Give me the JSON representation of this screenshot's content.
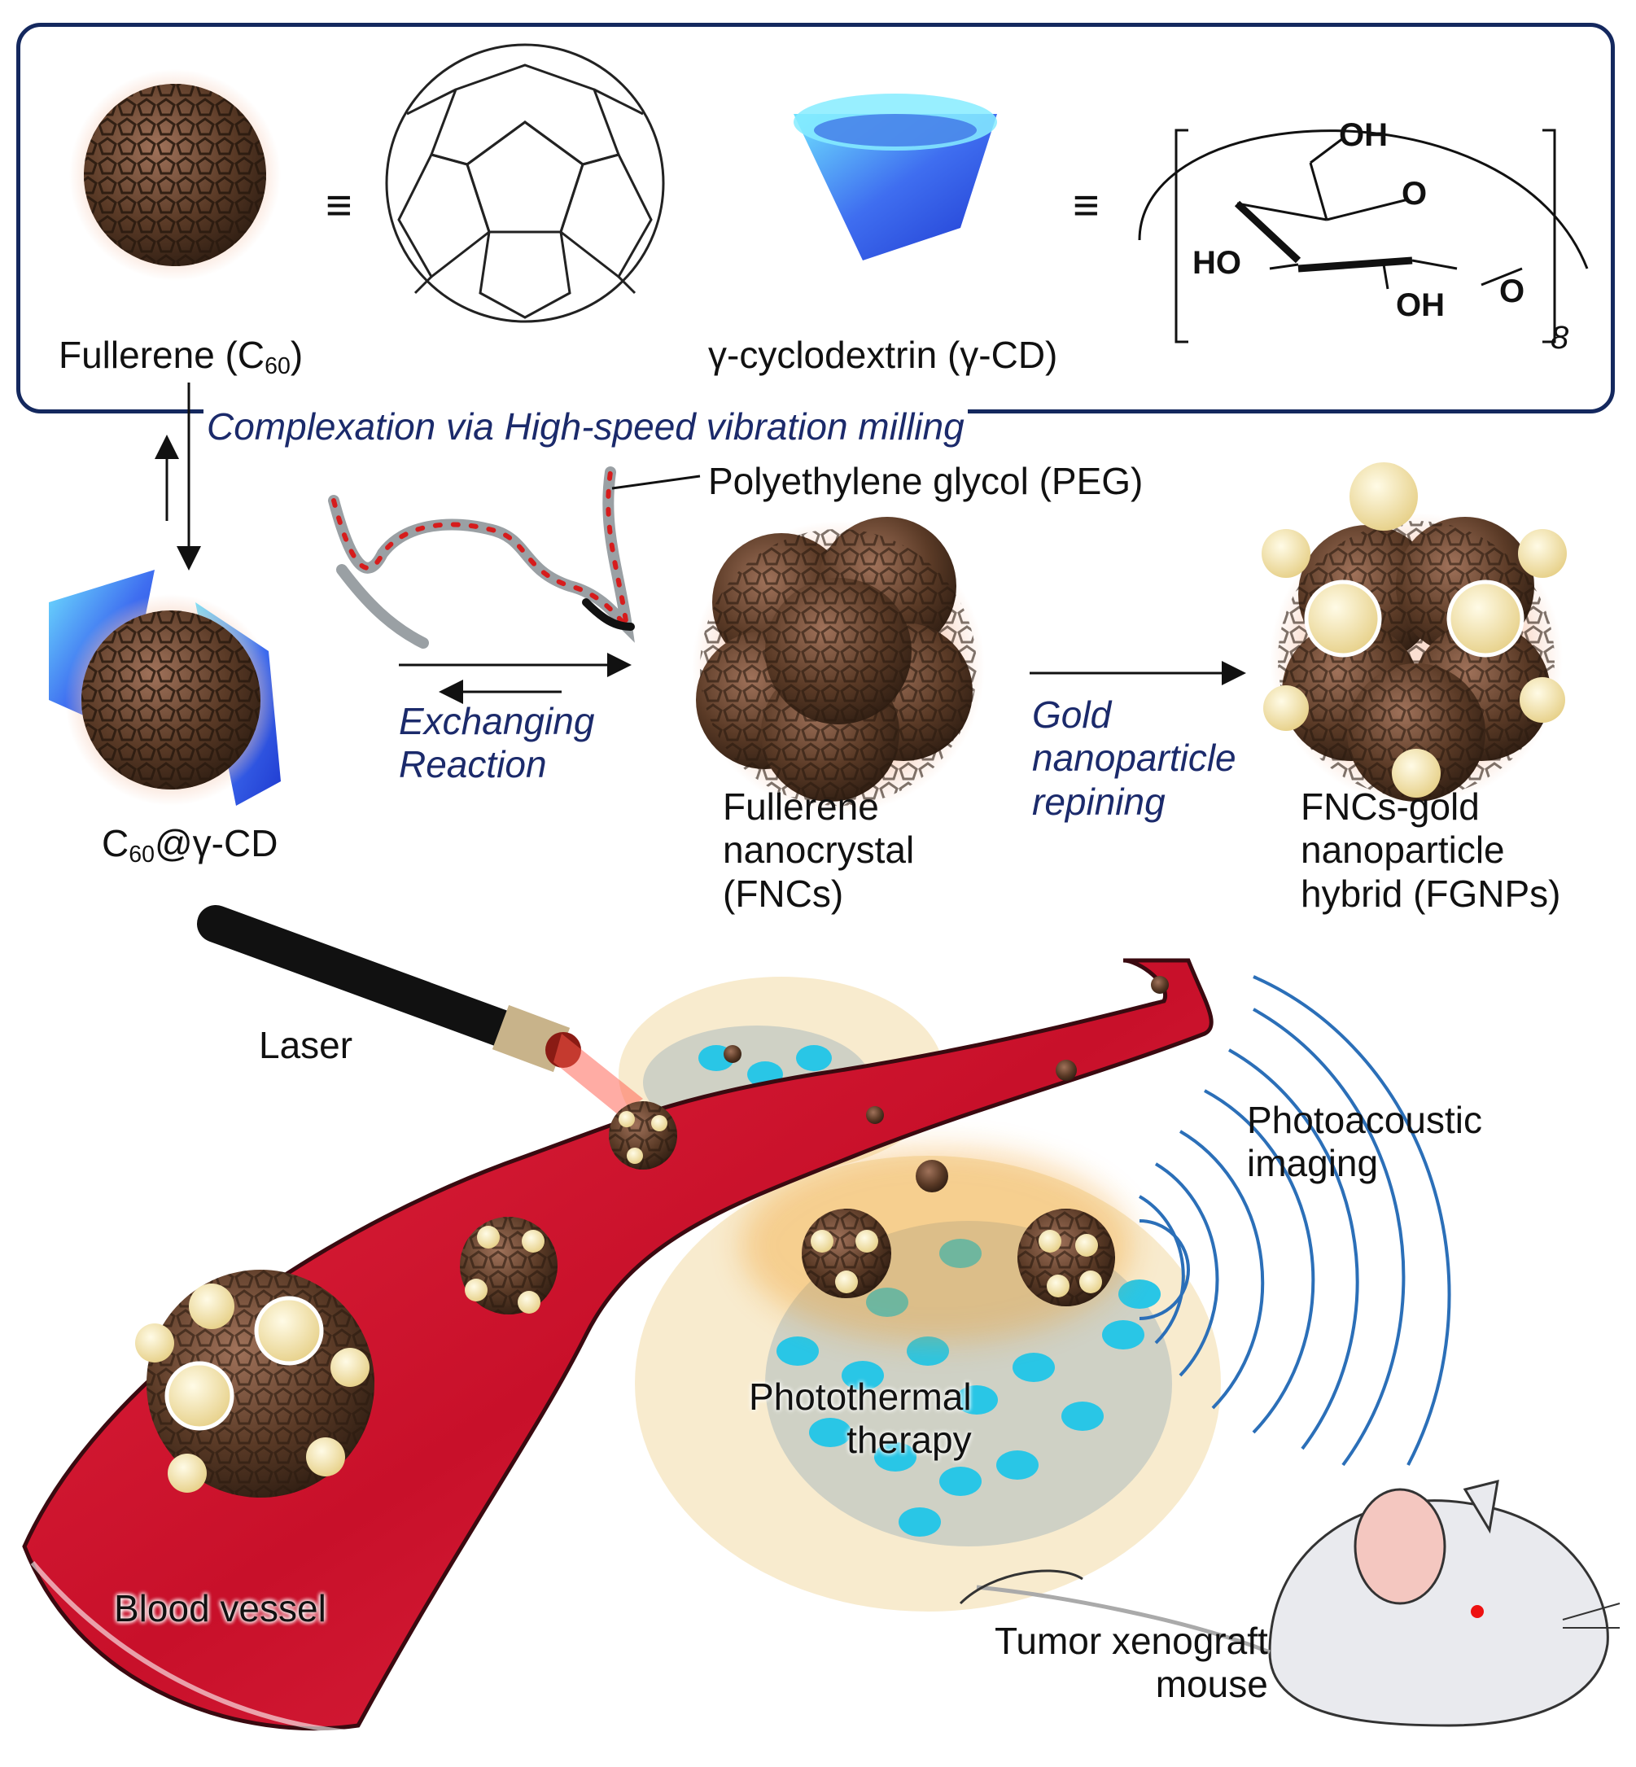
{
  "top_box": {
    "fullerene_label": "Fullerene (C",
    "fullerene_sub": "60",
    "fullerene_close": ")",
    "cyclodextrin_label": "γ-cyclodextrin (γ-CD)",
    "equiv_symbol": "≡",
    "structure_oh_top": "OH",
    "structure_o_ring": "O",
    "structure_ho": "HO",
    "structure_oh_bottom": "OH",
    "structure_o_link": "O",
    "structure_repeat": "8"
  },
  "complexation_label": "Complexation via High-speed vibration milling",
  "complex_label_main": "C",
  "complex_label_sub": "60",
  "complex_label_rest": "@γ-CD",
  "peg_label": "Polyethylene glycol (PEG)",
  "exchange_label": "Exchanging\nReaction",
  "fnc_label": "Fullerene\nnanocrystal\n(FNCs)",
  "gold_step_label": "Gold\nnanoparticle\nrepining",
  "fgnp_label": "FNCs-gold\nnanoparticle\nhybrid (FGNPs)",
  "laser_label": "Laser",
  "photoacoustic_label": "Photoacoustic\nimaging",
  "photothermal_label": "Photothermal\ntherapy",
  "blood_vessel_label": "Blood vessel",
  "mouse_label": "Tumor xenograft\nmouse",
  "colors": {
    "frame": "#14285e",
    "fullerene": "#5a3a26",
    "gold": "#f4e3a6",
    "cyclodextrin": "#3f6ef0",
    "vessel": "#d41a30",
    "tumor_cell": "#f0d8a0",
    "nucleus": "#29c6e6",
    "wave": "#2b6fb8"
  }
}
